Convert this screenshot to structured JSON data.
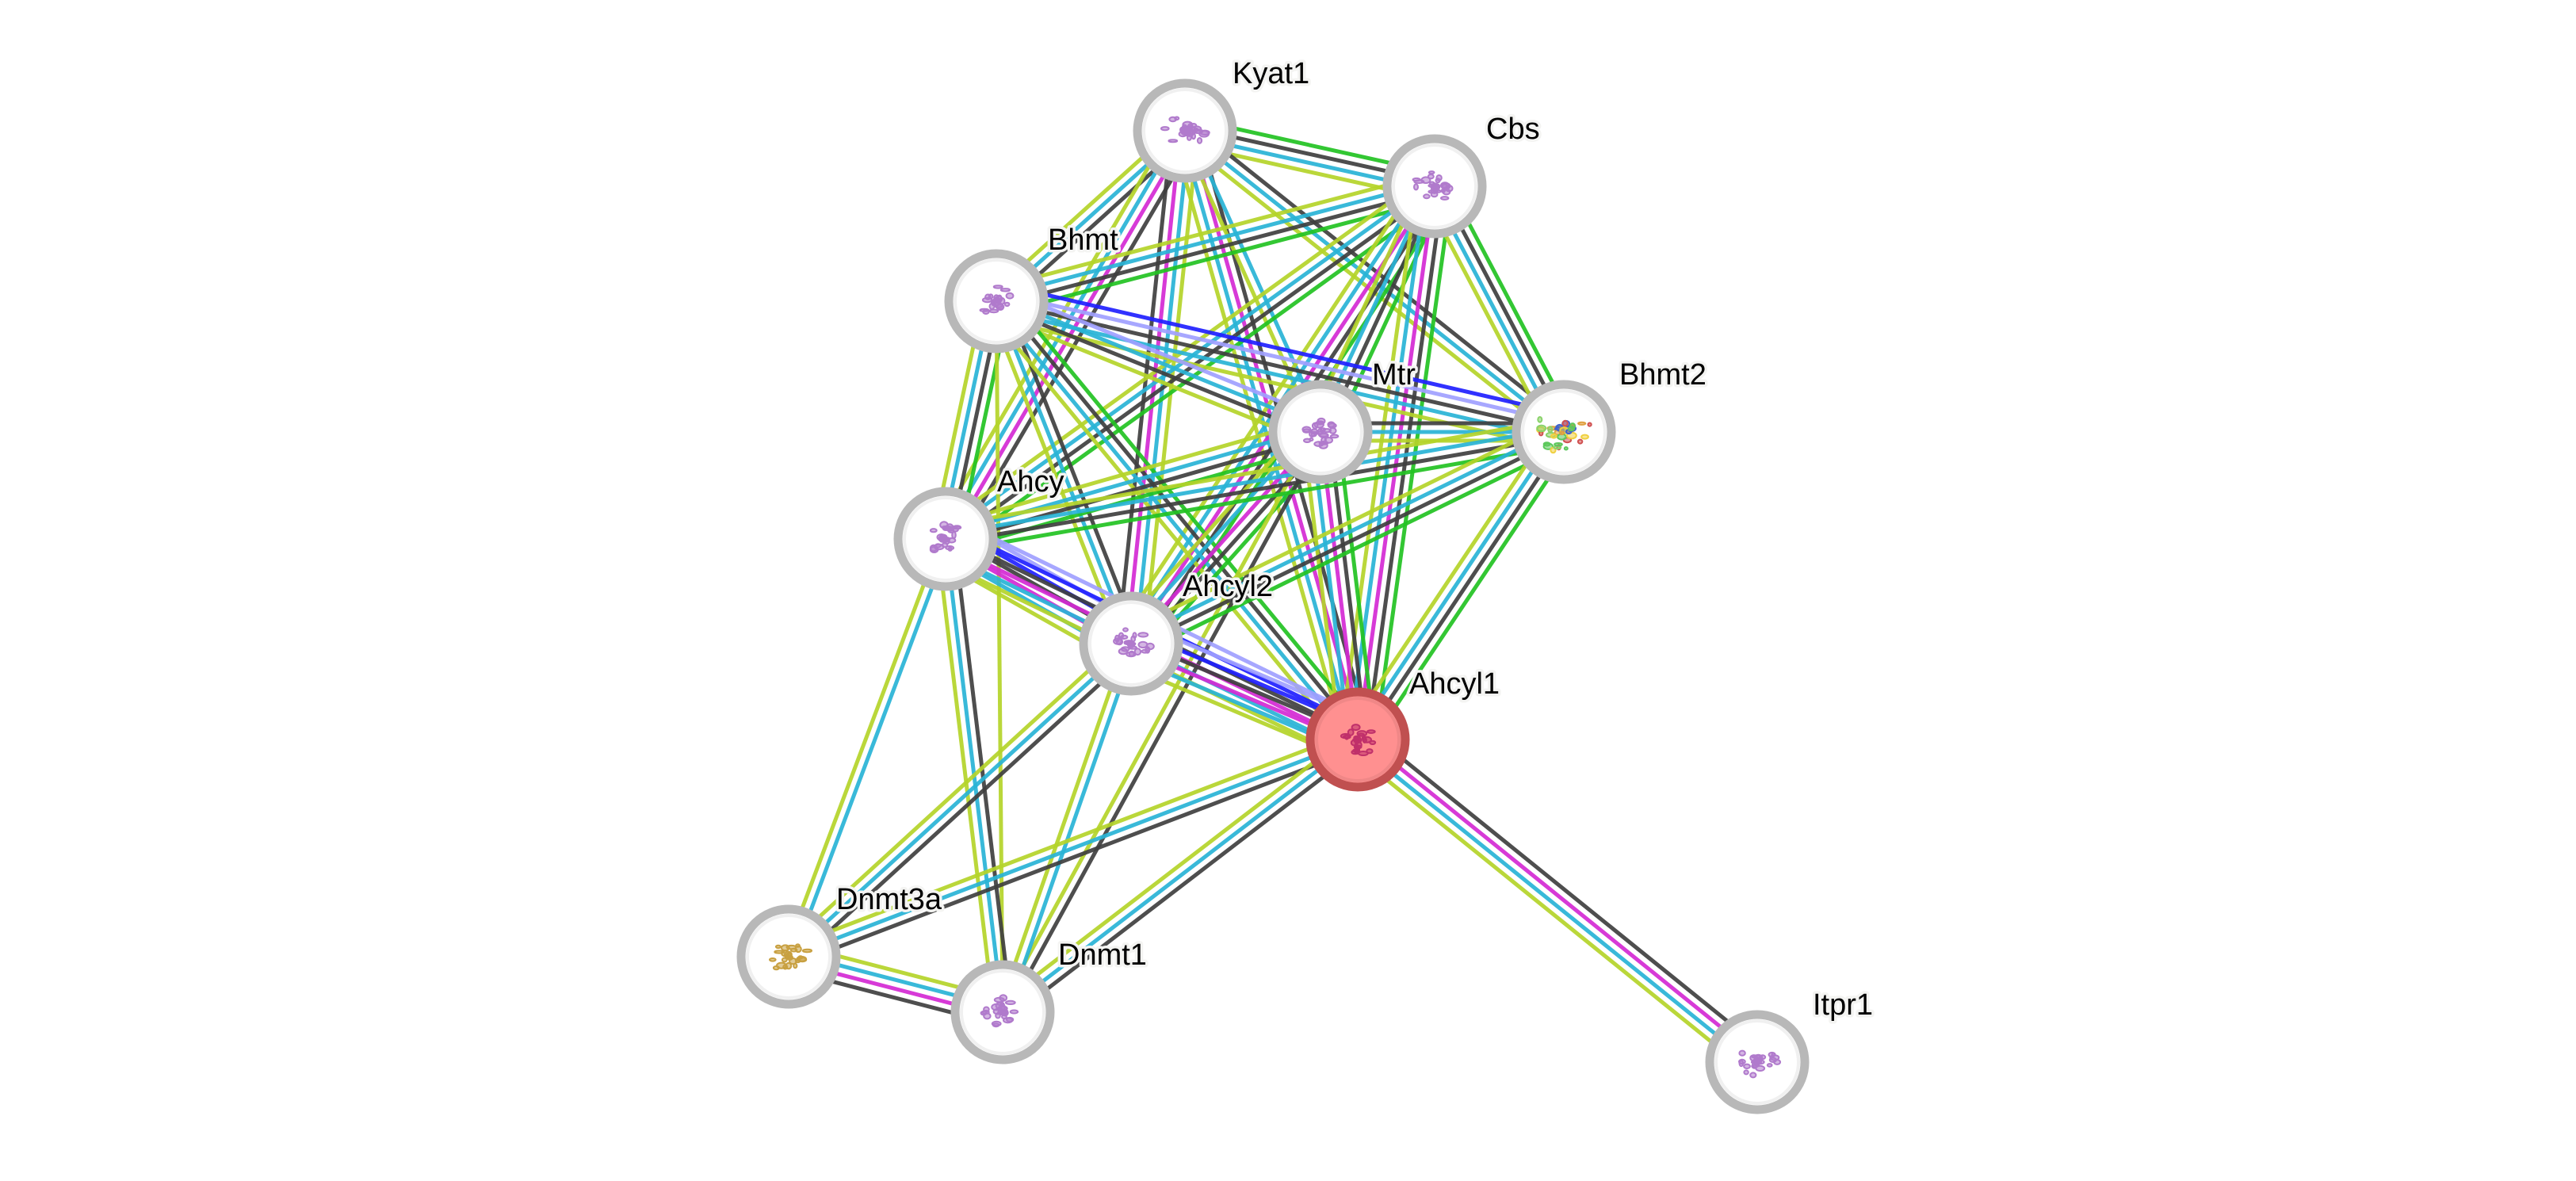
{
  "diagram": {
    "title": "Protein interaction network",
    "query_protein": "Ahcyl1",
    "evidence_colors": {
      "textmining": "#b5d42a",
      "coexpression": "#3f3f3f",
      "database": "#29b4d6",
      "experiments": "#d42ad4",
      "homology": "#a0a0ff",
      "fusion": "#2020ff",
      "neighborhood": "#22c322"
    },
    "nodes": [
      {
        "id": "Kyat1",
        "label": "Kyat1",
        "structure_color": "#b07acc"
      },
      {
        "id": "Cbs",
        "label": "Cbs",
        "structure_color": "#b07acc"
      },
      {
        "id": "Bhmt",
        "label": "Bhmt",
        "structure_color": "#b07acc"
      },
      {
        "id": "Mtr",
        "label": "Mtr",
        "structure_color": "#b07acc"
      },
      {
        "id": "Bhmt2",
        "label": "Bhmt2",
        "structure_color": "multicolor"
      },
      {
        "id": "Ahcy",
        "label": "Ahcy",
        "structure_color": "#b07acc"
      },
      {
        "id": "Ahcyl2",
        "label": "Ahcyl2",
        "structure_color": "#b07acc"
      },
      {
        "id": "Ahcyl1",
        "label": "Ahcyl1",
        "structure_color": "#c0306a",
        "query": true
      },
      {
        "id": "Dnmt3a",
        "label": "Dnmt3a",
        "structure_color": "#c8a040"
      },
      {
        "id": "Dnmt1",
        "label": "Dnmt1",
        "structure_color": "#b07acc"
      },
      {
        "id": "Itpr1",
        "label": "Itpr1",
        "structure_color": "#b07acc"
      }
    ],
    "edges": [
      {
        "source": "Kyat1",
        "target": "Cbs",
        "evidence": [
          "neighborhood",
          "coexpression",
          "database",
          "textmining"
        ]
      },
      {
        "source": "Kyat1",
        "target": "Bhmt",
        "evidence": [
          "coexpression",
          "database",
          "textmining"
        ]
      },
      {
        "source": "Kyat1",
        "target": "Ahcy",
        "evidence": [
          "coexpression",
          "experiments",
          "database",
          "textmining"
        ]
      },
      {
        "source": "Kyat1",
        "target": "Ahcyl2",
        "evidence": [
          "textmining",
          "database",
          "experiments",
          "coexpression"
        ]
      },
      {
        "source": "Kyat1",
        "target": "Ahcyl1",
        "evidence": [
          "coexpression",
          "experiments",
          "database",
          "textmining"
        ]
      },
      {
        "source": "Kyat1",
        "target": "Mtr",
        "evidence": [
          "database",
          "textmining"
        ]
      },
      {
        "source": "Kyat1",
        "target": "Bhmt2",
        "evidence": [
          "coexpression",
          "database",
          "textmining"
        ]
      },
      {
        "source": "Cbs",
        "target": "Bhmt",
        "evidence": [
          "neighborhood",
          "coexpression",
          "database",
          "textmining"
        ]
      },
      {
        "source": "Cbs",
        "target": "Ahcy",
        "evidence": [
          "neighborhood",
          "coexpression",
          "database",
          "textmining"
        ]
      },
      {
        "source": "Cbs",
        "target": "Ahcyl2",
        "evidence": [
          "neighborhood",
          "coexpression",
          "experiments",
          "database",
          "textmining"
        ]
      },
      {
        "source": "Cbs",
        "target": "Mtr",
        "evidence": [
          "neighborhood",
          "coexpression",
          "database",
          "textmining"
        ]
      },
      {
        "source": "Cbs",
        "target": "Ahcyl1",
        "evidence": [
          "neighborhood",
          "coexpression",
          "experiments",
          "database",
          "textmining"
        ]
      },
      {
        "source": "Cbs",
        "target": "Bhmt2",
        "evidence": [
          "neighborhood",
          "coexpression",
          "database",
          "textmining"
        ]
      },
      {
        "source": "Bhmt",
        "target": "Bhmt2",
        "evidence": [
          "fusion",
          "homology",
          "coexpression",
          "database",
          "textmining"
        ]
      },
      {
        "source": "Bhmt",
        "target": "Mtr",
        "evidence": [
          "homology",
          "database",
          "coexpression",
          "textmining"
        ]
      },
      {
        "source": "Bhmt",
        "target": "Ahcy",
        "evidence": [
          "neighborhood",
          "coexpression",
          "database",
          "textmining"
        ]
      },
      {
        "source": "Bhmt",
        "target": "Ahcyl2",
        "evidence": [
          "coexpression",
          "database",
          "textmining"
        ]
      },
      {
        "source": "Bhmt",
        "target": "Ahcyl1",
        "evidence": [
          "neighborhood",
          "coexpression",
          "database",
          "textmining"
        ]
      },
      {
        "source": "Bhmt",
        "target": "Dnmt1",
        "evidence": [
          "textmining"
        ]
      },
      {
        "source": "Mtr",
        "target": "Bhmt2",
        "evidence": [
          "coexpression",
          "database",
          "textmining"
        ]
      },
      {
        "source": "Mtr",
        "target": "Ahcy",
        "evidence": [
          "neighborhood",
          "coexpression",
          "database",
          "textmining"
        ]
      },
      {
        "source": "Mtr",
        "target": "Ahcyl2",
        "evidence": [
          "neighborhood",
          "coexpression",
          "experiments",
          "database",
          "textmining"
        ]
      },
      {
        "source": "Mtr",
        "target": "Ahcyl1",
        "evidence": [
          "neighborhood",
          "coexpression",
          "experiments",
          "database",
          "textmining"
        ]
      },
      {
        "source": "Mtr",
        "target": "Dnmt1",
        "evidence": [
          "coexpression",
          "textmining"
        ]
      },
      {
        "source": "Bhmt2",
        "target": "Ahcy",
        "evidence": [
          "neighborhood",
          "coexpression",
          "database",
          "textmining"
        ]
      },
      {
        "source": "Bhmt2",
        "target": "Ahcyl2",
        "evidence": [
          "neighborhood",
          "coexpression",
          "database",
          "textmining"
        ]
      },
      {
        "source": "Bhmt2",
        "target": "Ahcyl1",
        "evidence": [
          "neighborhood",
          "coexpression",
          "database",
          "textmining"
        ]
      },
      {
        "source": "Ahcy",
        "target": "Ahcyl2",
        "evidence": [
          "homology",
          "fusion",
          "coexpression",
          "experiments",
          "database",
          "textmining"
        ]
      },
      {
        "source": "Ahcy",
        "target": "Ahcyl1",
        "evidence": [
          "homology",
          "fusion",
          "coexpression",
          "experiments",
          "database",
          "textmining"
        ]
      },
      {
        "source": "Ahcy",
        "target": "Dnmt3a",
        "evidence": [
          "database",
          "textmining"
        ]
      },
      {
        "source": "Ahcy",
        "target": "Dnmt1",
        "evidence": [
          "coexpression",
          "database",
          "textmining"
        ]
      },
      {
        "source": "Ahcyl2",
        "target": "Ahcyl1",
        "evidence": [
          "homology",
          "fusion",
          "coexpression",
          "experiments",
          "database",
          "textmining"
        ]
      },
      {
        "source": "Ahcyl2",
        "target": "Dnmt3a",
        "evidence": [
          "coexpression",
          "database",
          "textmining"
        ]
      },
      {
        "source": "Ahcyl2",
        "target": "Dnmt1",
        "evidence": [
          "database",
          "textmining"
        ]
      },
      {
        "source": "Ahcyl1",
        "target": "Dnmt3a",
        "evidence": [
          "coexpression",
          "database",
          "textmining"
        ]
      },
      {
        "source": "Ahcyl1",
        "target": "Dnmt1",
        "evidence": [
          "coexpression",
          "database",
          "textmining"
        ]
      },
      {
        "source": "Ahcyl1",
        "target": "Itpr1",
        "evidence": [
          "coexpression",
          "experiments",
          "database",
          "textmining"
        ]
      },
      {
        "source": "Dnmt3a",
        "target": "Dnmt1",
        "evidence": [
          "textmining",
          "database",
          "experiments",
          "coexpression"
        ]
      }
    ]
  }
}
